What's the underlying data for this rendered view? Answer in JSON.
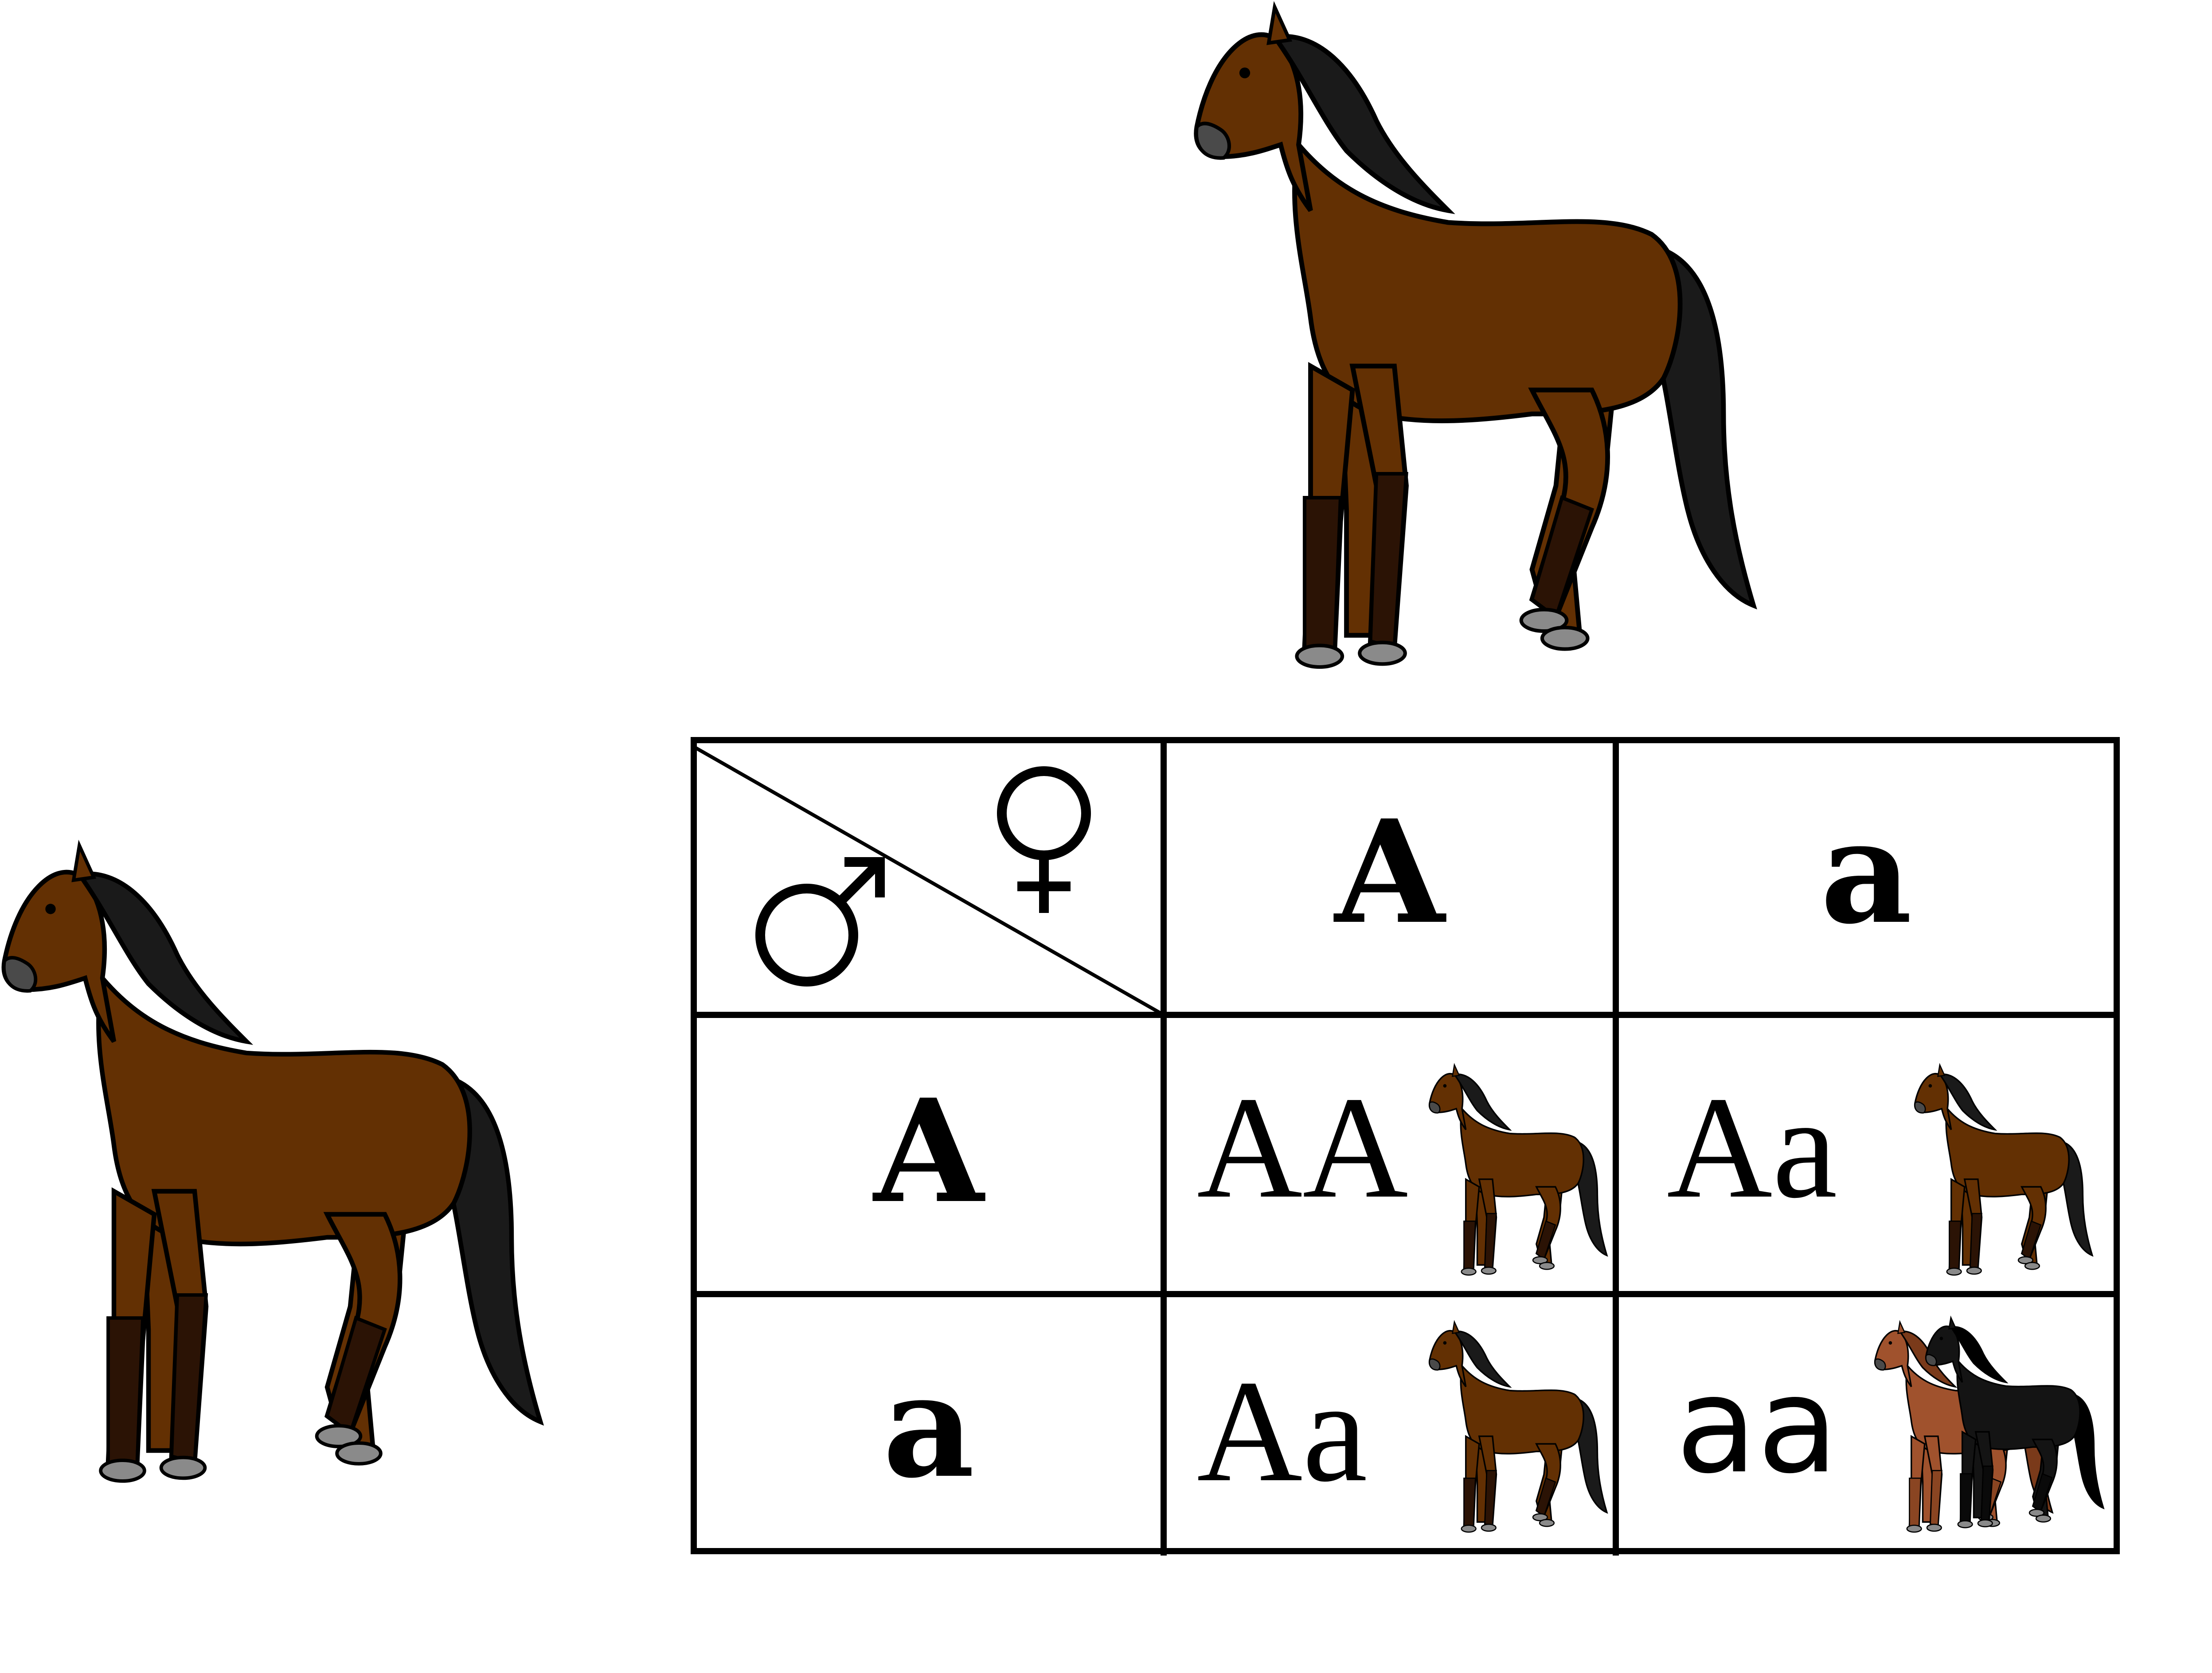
{
  "punnett": {
    "female_symbol": "♀",
    "male_symbol": "♂",
    "female_alleles": [
      "A",
      "a"
    ],
    "male_alleles": [
      "A",
      "a"
    ],
    "cells": [
      [
        "AA",
        "Aa"
      ],
      [
        "Aa",
        "aa"
      ]
    ]
  },
  "colors": {
    "bay_body": "#633003",
    "bay_outline": "#000000",
    "mane_black": "#1a1a1a",
    "lower_leg": "#2b1305",
    "hoof": "#8a8a8a",
    "chestnut": "#a0522d",
    "black_horse": "#111111",
    "grid_line": "#000000"
  },
  "icons": {
    "parent_top": "bay-horse-icon",
    "parent_left": "bay-horse-icon",
    "offspring_AA": "bay-horse-icon",
    "offspring_Aa": "bay-horse-icon",
    "offspring_aa": "chestnut-and-black-horse-icon"
  }
}
